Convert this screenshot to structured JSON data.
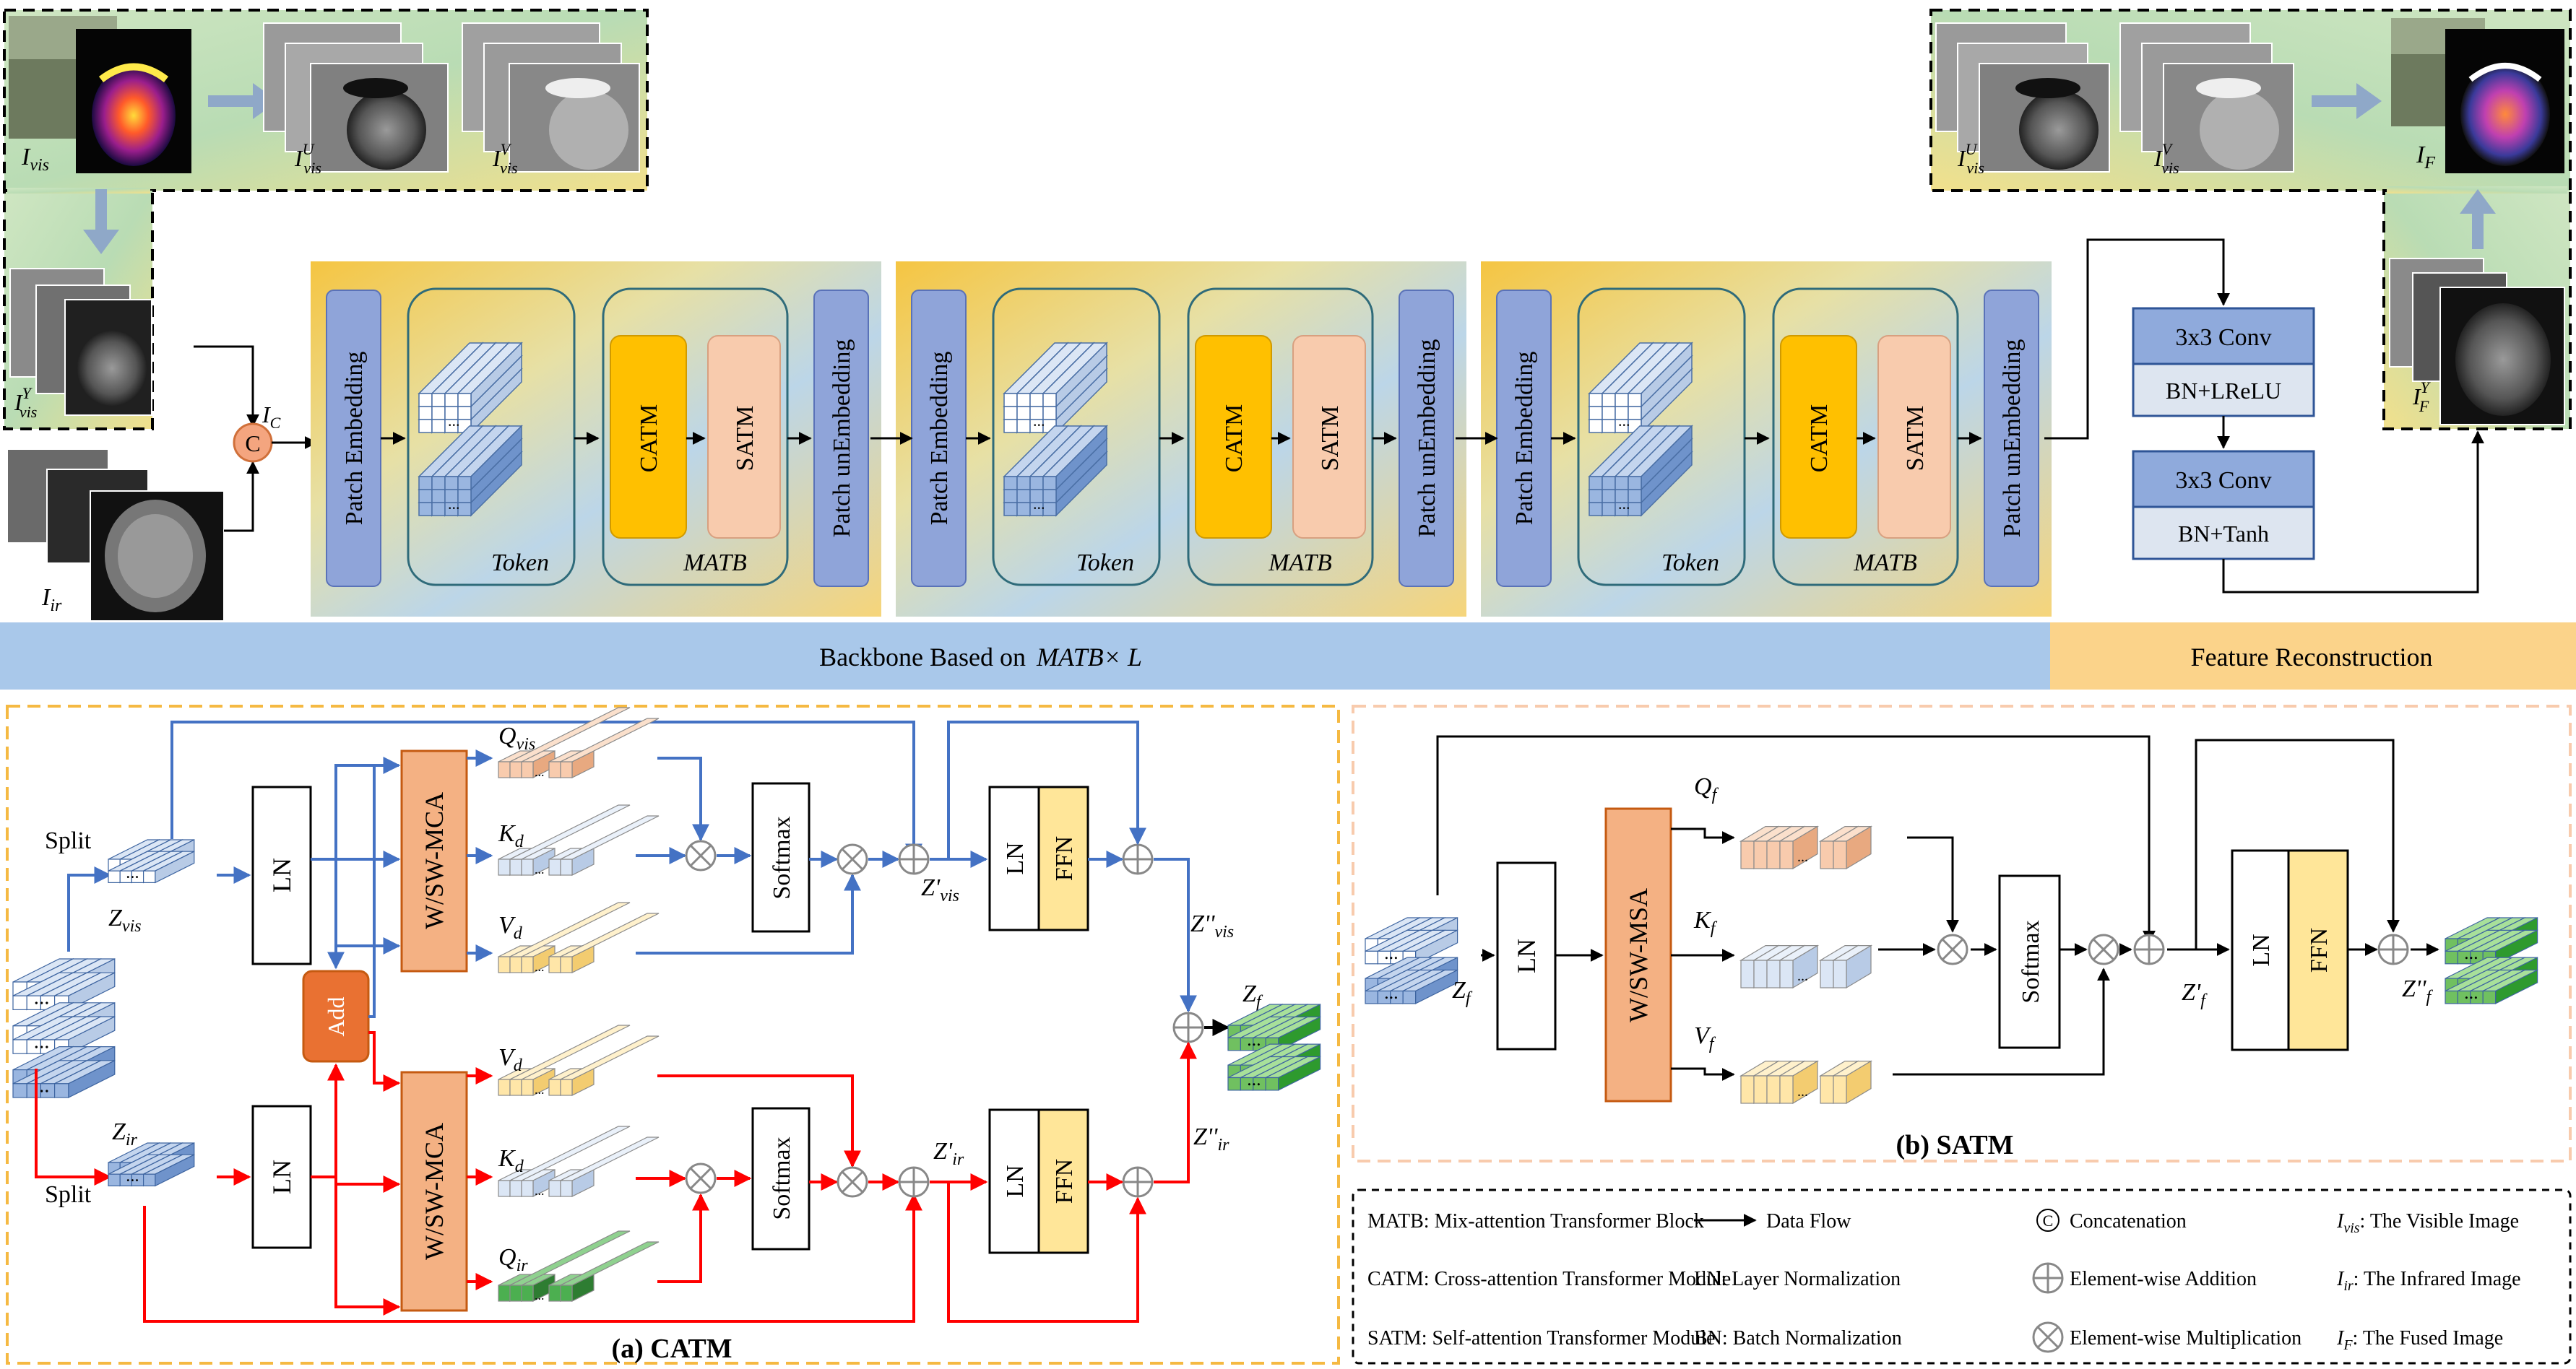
{
  "colors": {
    "blue_line": "#4472c4",
    "red_line": "#ff0000",
    "patch_block": "#8fa4d9",
    "catm": "#ffc000",
    "satm": "#f8cbad",
    "mca": "#f4b183",
    "ffn": "#ffe699",
    "conv_head": "#8faadc",
    "conv_body": "#dde5f0",
    "add_node": "#e97132",
    "concat_node": "#f4a57f",
    "backbone_bar": "#a9c8ea",
    "recon_bar": "#fbd38a"
  },
  "top": {
    "inputs": {
      "i_vis": "I_vis",
      "i_vis_u": "I^U_vis",
      "i_vis_v": "I^V_vis",
      "i_vis_y": "I^Y_vis",
      "i_ir": "I_ir",
      "i_c": "I_C",
      "concat": "C"
    },
    "stage": {
      "patch_embedding": "Patch Embedding",
      "patch_unembedding": "Patch unEmbedding",
      "token": "Token",
      "matb": "MATB",
      "catm": "CATM",
      "satm": "SATM"
    },
    "recon": {
      "conv1": "3x3 Conv",
      "bn1": "BN+LReLU",
      "conv2": "3x3 Conv",
      "bn2": "BN+Tanh"
    },
    "outputs": {
      "i_vis_u": "I^U_vis",
      "i_vis_v": "I^V_vis",
      "i_f": "I_F",
      "i_f_y": "I^Y_F"
    },
    "bar": {
      "backbone_prefix": "Backbone Based on",
      "backbone_math": "MATB× L",
      "recon": "Feature Reconstruction"
    }
  },
  "catm": {
    "title": "(a) CATM",
    "split": "Split",
    "ln": "LN",
    "add": "Add",
    "mca": "W/SW-MCA",
    "softmax": "Softmax",
    "ffn": "FFN",
    "z_vis": "Z_vis",
    "z_ir": "Z_ir",
    "z_vis_p": "Z'_vis",
    "z_ir_p": "Z'_ir",
    "z_vis_pp": "Z''_vis",
    "z_ir_pp": "Z''_ir",
    "z_f": "Z_f",
    "q_vis": "Q_vis",
    "k_d": "K_d",
    "v_d": "V_d",
    "q_ir": "Q_ir",
    "dots": "..."
  },
  "satm": {
    "title": "(b) SATM",
    "ln": "LN",
    "msa": "W/SW-MSA",
    "softmax": "Softmax",
    "ffn": "FFN",
    "q_f": "Q_f",
    "k_f": "K_f",
    "v_f": "V_f",
    "z_f": "Z_f",
    "z_f_p": "Z'_f",
    "z_f_pp": "Z''_f"
  },
  "legend": [
    [
      "MATB: Mix-attention Transformer Block",
      "Data Flow",
      "Concatenation",
      "I_vis: The Visible Image"
    ],
    [
      "CATM: Cross-attention Transformer Module",
      "LN: Layer Normalization",
      "Element-wise Addition",
      "I_ir: The Infrared Image"
    ],
    [
      "SATM: Self-attention Transformer Module",
      "BN: Batch Normalization",
      "Element-wise Multiplication",
      "I_F: The Fused Image"
    ]
  ]
}
